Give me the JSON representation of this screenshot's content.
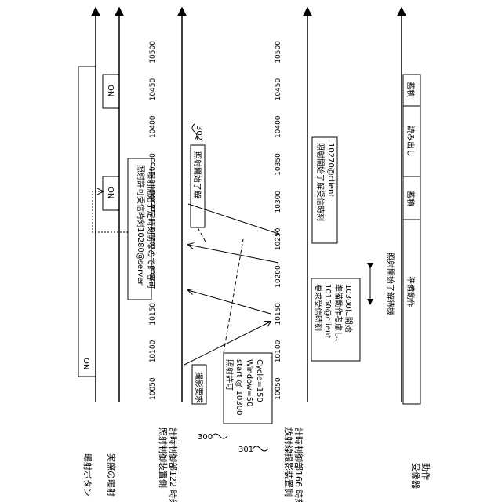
{
  "rows": {
    "button": "曝射ボタン",
    "actual": "実際の曝射",
    "controller_line1": "照射制御装置側",
    "controller_line2": "計時制御部122 時刻",
    "imaging_line1": "放射線撮影装置側",
    "imaging_line2": "計時制御部166 時刻",
    "detector_line1": "受像器",
    "detector_line2": "動作"
  },
  "ticks": [
    "10050",
    "10100",
    "10150",
    "10200",
    "10250",
    "10300",
    "10350",
    "10400",
    "10450",
    "10500"
  ],
  "signals": {
    "button_on": "ON",
    "actual_on_1": "ON",
    "actual_on_2": "ON"
  },
  "messages": {
    "request": "撮影要求",
    "permission_line1": "照射許可",
    "permission_line2": "start @ 10300",
    "permission_line3": "Window=50",
    "permission_line4": "Cycle=150",
    "allow_line1": "照射許可受信時刻10280@server",
    "allow_line2": "→曝射開始予定時刻前なので許容可",
    "start_ack": "照射開始了解",
    "receive_line1": "要求受信時刻",
    "receive_line2": "10150@client",
    "receive_line3": "準備動作考慮し、",
    "receive_line4": "10300に開始",
    "ack_sent_line1": "照射開始了解受信時刻",
    "ack_sent_line2": "10270@client",
    "wait_label": "照射開始了解待機"
  },
  "refs": {
    "r300": "300",
    "r301": "301",
    "r302": "302"
  },
  "detector_states": {
    "prepare": "準備動作",
    "accumulate_1": "蓄積",
    "read": "読み出し",
    "accumulate_2": "蓄積"
  }
}
